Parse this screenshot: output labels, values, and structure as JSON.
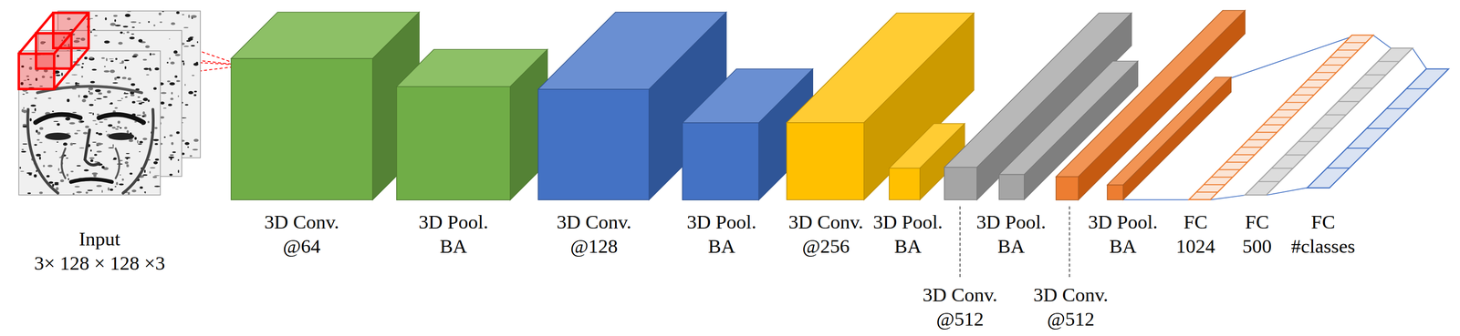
{
  "diagram": {
    "nodes": [
      {
        "text": [
          "Input",
          "3× 128 × 128 ×3"
        ]
      },
      {
        "text": [
          "3D Conv.",
          "@64"
        ]
      },
      {
        "text": [
          "3D Pool.",
          "BA"
        ]
      },
      {
        "text": [
          "3D Conv.",
          "@128"
        ]
      },
      {
        "text": [
          "3D Pool.",
          "BA"
        ]
      },
      {
        "text": [
          "3D Conv.",
          "@256"
        ]
      },
      {
        "text": [
          "3D Pool.",
          "BA"
        ]
      },
      {
        "text": [
          "3D Conv.",
          "@512"
        ]
      },
      {
        "text": [
          "3D Pool.",
          "BA"
        ]
      },
      {
        "text": [
          "3D Conv.",
          "@512"
        ]
      },
      {
        "text": [
          "3D Pool.",
          "BA"
        ]
      },
      {
        "text": [
          "FC",
          "1024"
        ]
      },
      {
        "text": [
          "FC",
          "500"
        ]
      },
      {
        "text": [
          "FC",
          "#classes"
        ]
      }
    ],
    "edges": [
      {
        "from": 0,
        "to": 1,
        "arrow": "none"
      },
      {
        "from": 10,
        "to": 11,
        "arrow": "none"
      },
      {
        "from": 11,
        "to": 12,
        "arrow": "none"
      },
      {
        "from": 12,
        "to": 13,
        "arrow": "none"
      }
    ]
  }
}
